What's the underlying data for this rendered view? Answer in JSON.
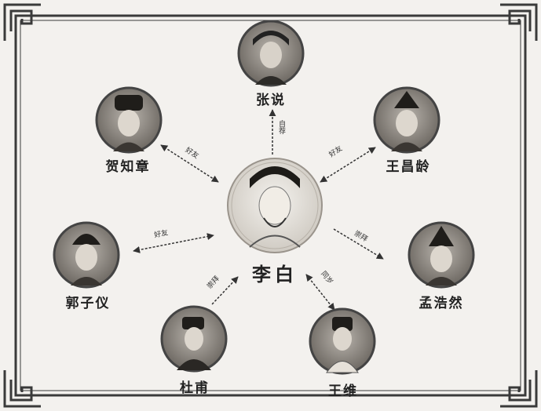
{
  "colors": {
    "background": "#f3f1ee",
    "frame": "#3a3a3a",
    "ink": "#222222",
    "portrait_ring": "#444444"
  },
  "center": {
    "name": "李白"
  },
  "people": [
    {
      "id": "zhangyue",
      "name": "张说"
    },
    {
      "id": "hezhizhang",
      "name": "贺知章"
    },
    {
      "id": "wangchangling",
      "name": "王昌龄"
    },
    {
      "id": "guoziyi",
      "name": "郭子仪"
    },
    {
      "id": "menghaoran",
      "name": "孟浩然"
    },
    {
      "id": "dufu",
      "name": "杜甫"
    },
    {
      "id": "wangwei",
      "name": "王维"
    }
  ],
  "relations": [
    {
      "id": "zhangyue",
      "label": "自荐"
    },
    {
      "id": "hezhizhang",
      "label": "好友"
    },
    {
      "id": "wangchangling",
      "label": "好友"
    },
    {
      "id": "guoziyi",
      "label": "好友"
    },
    {
      "id": "menghaoran",
      "label": "崇拜"
    },
    {
      "id": "dufu",
      "label": "崇拜"
    },
    {
      "id": "wangwei",
      "label": "同岁"
    }
  ]
}
